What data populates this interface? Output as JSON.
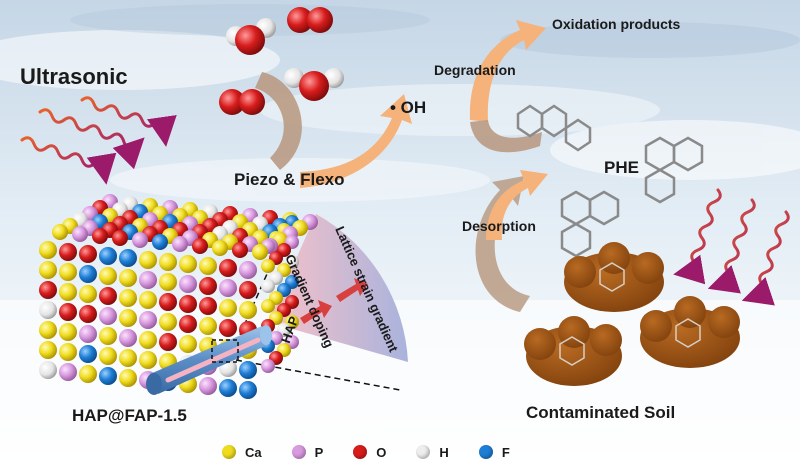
{
  "labels": {
    "ultrasonic": "Ultrasonic",
    "piezo_flexo": "Piezo & Flexo",
    "oh_radical": "• OH",
    "degradation": "Degradation",
    "oxidation_products": "Oxidation products",
    "phe": "PHE",
    "desorption": "Desorption",
    "contaminated_soil": "Contaminated Soil",
    "hap_fap": "HAP@FAP-1.5",
    "hap": "HAP",
    "gradient_doping": "Gradient doping",
    "lattice_strain_gradient": "Lattice strain gradient"
  },
  "legend": [
    {
      "symbol": "Ca",
      "color": "#f0dc1e"
    },
    {
      "symbol": "P",
      "color": "#d99adf"
    },
    {
      "symbol": "O",
      "color": "#d81c1c"
    },
    {
      "symbol": "H",
      "color": "#eeeeee"
    },
    {
      "symbol": "F",
      "color": "#1f7fd6"
    }
  ],
  "colors": {
    "wave": "#e0442a",
    "wave_end": "#a11e6e",
    "arrow_orange": "#f5b27a",
    "arrow_tan": "#b99b84",
    "soil": "#9c5315",
    "fan": "#c6cbe6",
    "rod": "#5d8fc6"
  }
}
